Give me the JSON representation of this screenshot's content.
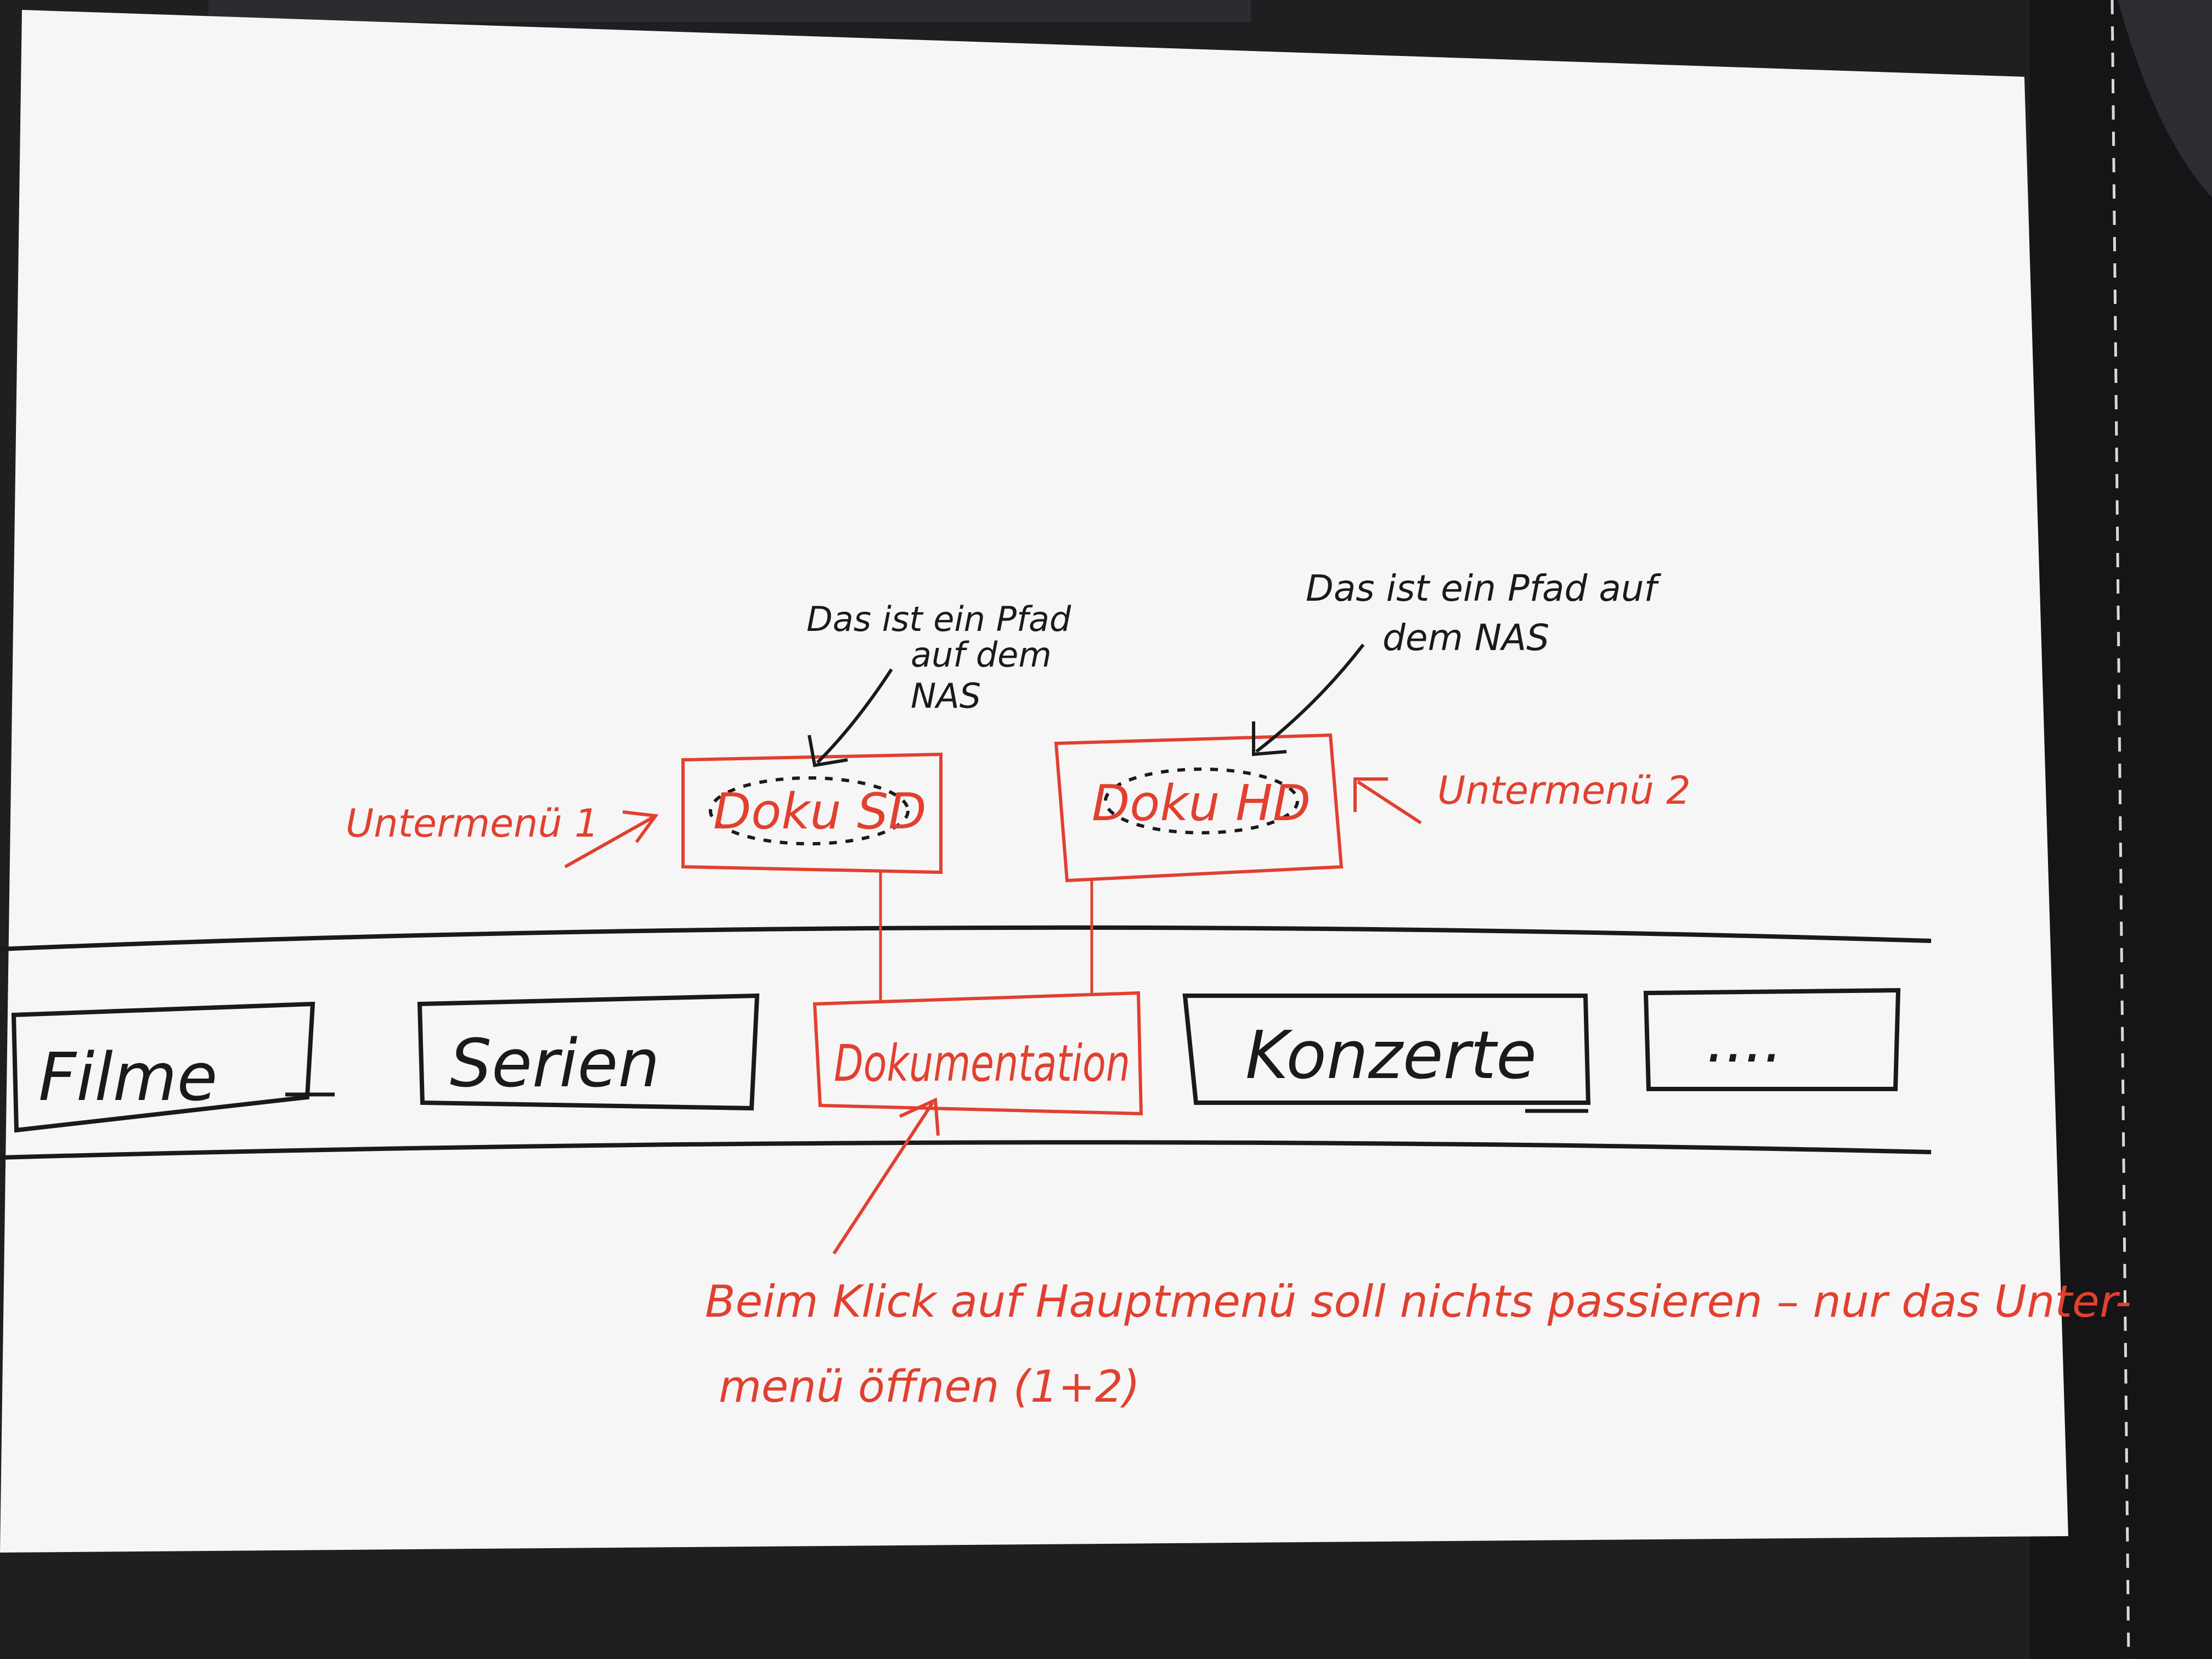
{
  "photo_title": "",
  "colors": {
    "ink_black": "#1a1a1a",
    "ink_red": "#e2402f",
    "paper": "#f6f6f7",
    "desk": "#1f1f22"
  },
  "main_menu": {
    "items": [
      {
        "id": "filme",
        "label": "Filme"
      },
      {
        "id": "serien",
        "label": "Serien"
      },
      {
        "id": "dokumentation",
        "label": "Dokumentation"
      },
      {
        "id": "konzerte",
        "label": "Konzerte"
      },
      {
        "id": "more",
        "label": "...."
      }
    ]
  },
  "submenus": {
    "sd": {
      "label": "Doku SD",
      "tag": "Untermenü 1",
      "note_lines": [
        "Das ist ein Pfad",
        "auf dem",
        "NAS"
      ]
    },
    "hd": {
      "label": "Doku HD",
      "tag": "Untermenü 2",
      "note_lines": [
        "Das ist ein Pfad auf",
        "dem NAS"
      ]
    }
  },
  "footer_note": {
    "lines": [
      "Beim Klick auf Hauptmenü soll nichts passieren – nur das Unter-",
      "menü öffnen (1+2)"
    ]
  }
}
